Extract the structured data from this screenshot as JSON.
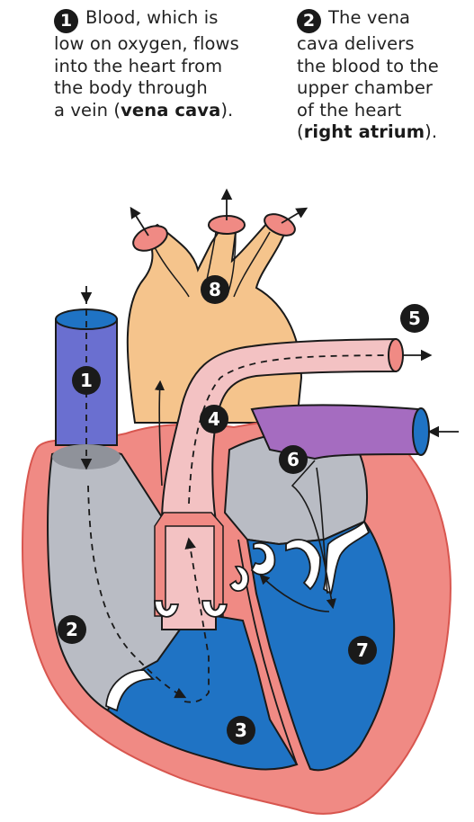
{
  "captions": [
    {
      "number": "1",
      "lines": [
        "Blood, which is",
        "low on oxygen, flows",
        "into the heart from",
        "the body through",
        "a vein ("
      ],
      "bold": "vena cava",
      "tail": ")."
    },
    {
      "number": "2",
      "lines": [
        "The vena",
        "cava delivers",
        "the blood to the",
        "upper chamber",
        "of the heart",
        "("
      ],
      "bold": "right atrium",
      "tail": ")."
    }
  ],
  "markers": [
    "1",
    "2",
    "3",
    "4",
    "5",
    "6",
    "7",
    "8"
  ],
  "colors": {
    "muscle": "#f08a84",
    "muscle_edge": "#d8564f",
    "chamber_gray": "#b9bcc4",
    "blood_blue": "#1f73c4",
    "vena_cava": "#6a6fd0",
    "aorta_orange": "#f5c48c",
    "pulmonary_pink": "#f3c2c3",
    "pulmonary_vein_purple": "#a56cc0",
    "valve_white": "#ffffff",
    "marker_dark": "#1a1a1a"
  }
}
